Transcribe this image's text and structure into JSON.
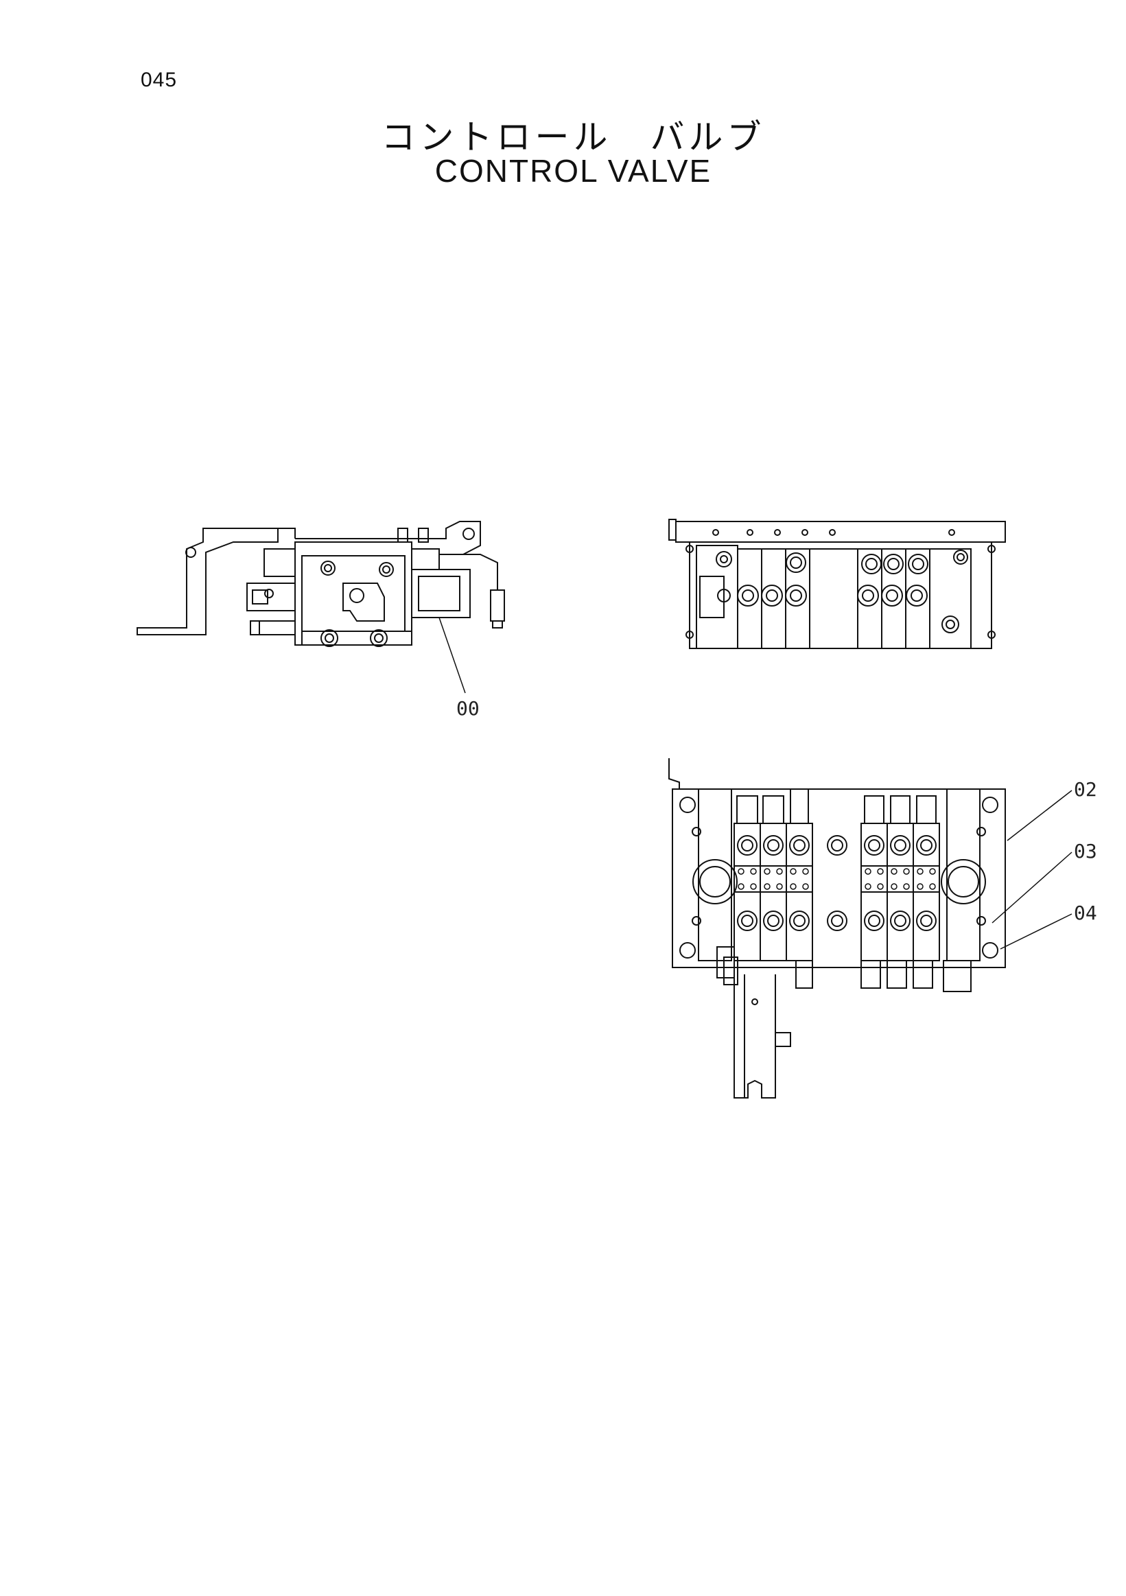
{
  "page": {
    "number": "045",
    "title_jp": "コントロール　バルブ",
    "title_en": "CONTROL  VALVE"
  },
  "callouts": [
    {
      "id": "c00",
      "label": "00"
    },
    {
      "id": "c02",
      "label": "02"
    },
    {
      "id": "c03",
      "label": "03"
    },
    {
      "id": "c04",
      "label": "04"
    }
  ],
  "colors": {
    "ink": "#111111",
    "paper": "#ffffff"
  }
}
